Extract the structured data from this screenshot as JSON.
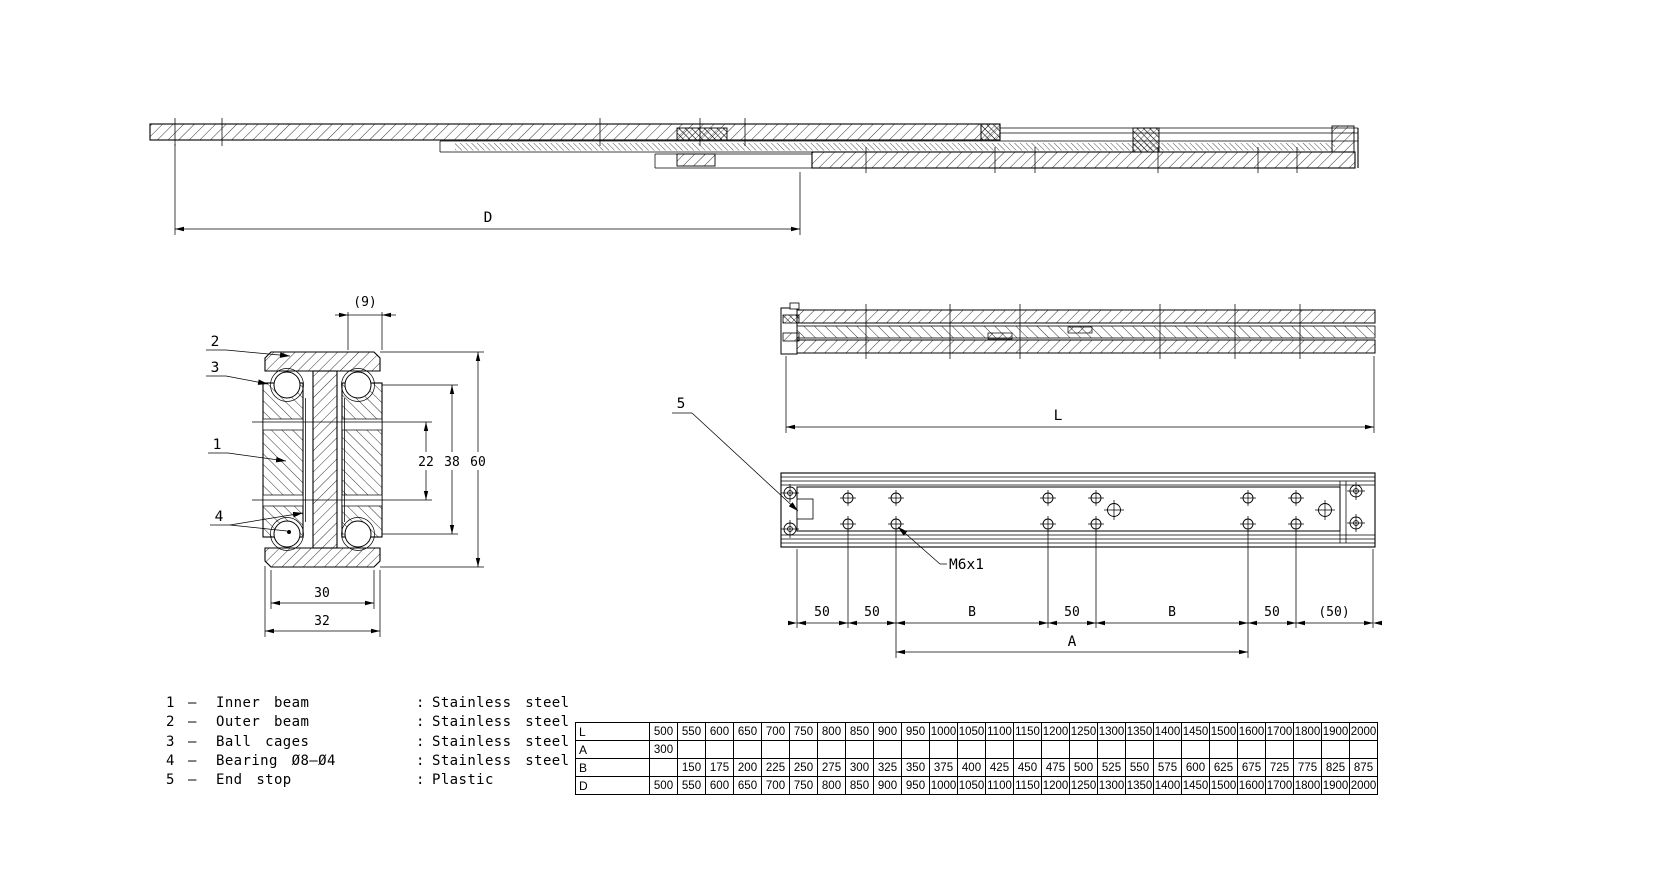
{
  "annotations": {
    "d": "D",
    "l": "L",
    "a": "A",
    "m6x1": "M6x1",
    "p1": "1",
    "p2": "2",
    "p3": "3",
    "p4": "4",
    "p5": "5",
    "dim9": "(9)",
    "dim22": "22",
    "dim38": "38",
    "dim60": "60",
    "dim30": "30",
    "dim32": "32"
  },
  "plan_dims": [
    "50",
    "50",
    "B",
    "50",
    "B",
    "50",
    "(50)"
  ],
  "separators": {
    "dash": "–",
    "colon": ":"
  },
  "parts_list": [
    {
      "num": "1",
      "name": "Inner beam",
      "material": "Stainless steel"
    },
    {
      "num": "2",
      "name": "Outer beam",
      "material": "Stainless steel"
    },
    {
      "num": "3",
      "name": "Ball cages",
      "material": "Stainless steel"
    },
    {
      "num": "4",
      "name": "Bearing Ø8–Ø4",
      "material": "Stainless steel"
    },
    {
      "num": "5",
      "name": "End stop",
      "material": "Plastic"
    }
  ],
  "size_table": {
    "rows": [
      {
        "label": "L",
        "values": [
          "500",
          "550",
          "600",
          "650",
          "700",
          "750",
          "800",
          "850",
          "900",
          "950",
          "1000",
          "1050",
          "1100",
          "1150",
          "1200",
          "1250",
          "1300",
          "1350",
          "1400",
          "1450",
          "1500",
          "1600",
          "1700",
          "1800",
          "1900",
          "2000"
        ]
      },
      {
        "label": "A",
        "values": [
          "300",
          "",
          "",
          "",
          "",
          "",
          "",
          "",
          "",
          "",
          "",
          "",
          "",
          "",
          "",
          "",
          "",
          "",
          "",
          "",
          "",
          "",
          "",
          "",
          "",
          ""
        ]
      },
      {
        "label": "B",
        "values": [
          "",
          "150",
          "175",
          "200",
          "225",
          "250",
          "275",
          "300",
          "325",
          "350",
          "375",
          "400",
          "425",
          "450",
          "475",
          "500",
          "525",
          "550",
          "575",
          "600",
          "625",
          "675",
          "725",
          "775",
          "825",
          "875"
        ]
      },
      {
        "label": "D",
        "values": [
          "500",
          "550",
          "600",
          "650",
          "700",
          "750",
          "800",
          "850",
          "900",
          "950",
          "1000",
          "1050",
          "1100",
          "1150",
          "1200",
          "1250",
          "1300",
          "1350",
          "1400",
          "1450",
          "1500",
          "1600",
          "1700",
          "1800",
          "1900",
          "2000"
        ]
      }
    ]
  }
}
